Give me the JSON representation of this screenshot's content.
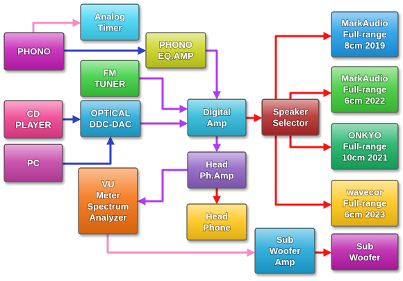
{
  "colors": {
    "pink": "#F58CC9",
    "blue": "#2B3FC9",
    "purple": "#B23AF2",
    "red": "#FF1010"
  },
  "nodes": [
    {
      "id": "phono",
      "lines": [
        "PHONO"
      ],
      "fill": "#C41FB5",
      "text": "#ffffff"
    },
    {
      "id": "analog_timer",
      "lines": [
        "Analog",
        "Timer"
      ],
      "fill": "#3DD3F2",
      "text": "#ffffff"
    },
    {
      "id": "phono_eq_amp",
      "lines": [
        "PHONO",
        "EQ.AMP"
      ],
      "fill": "#C9D21E",
      "text": "#ffffff"
    },
    {
      "id": "fm_tuner",
      "lines": [
        "FM",
        "TUNER"
      ],
      "fill": "#37CE3C",
      "text": "#ffffff"
    },
    {
      "id": "cd_player",
      "lines": [
        "CD",
        "PLAYER"
      ],
      "fill": "#EE3D8E",
      "text": "#ffffff"
    },
    {
      "id": "optical_ddc_dac",
      "lines": [
        "OPTICAL",
        "DDC-DAC"
      ],
      "fill": "#1FA6D9",
      "text": "#ffffff"
    },
    {
      "id": "pc",
      "lines": [
        "PC"
      ],
      "fill": "#C540A6",
      "text": "#ffffff"
    },
    {
      "id": "digital_amp",
      "lines": [
        "Digital",
        "Amp"
      ],
      "fill": "#2AB6D8",
      "text": "#ffffff"
    },
    {
      "id": "speaker_selector",
      "lines": [
        "Speaker",
        "Selector"
      ],
      "fill": "#B42A2A",
      "text": "#ffffff"
    },
    {
      "id": "head_ph_amp",
      "lines": [
        "Head",
        "Ph.Amp"
      ],
      "fill": "#8B61C2",
      "text": "#ffffff"
    },
    {
      "id": "vu_meter",
      "lines": [
        "VU",
        "Meter",
        "Spectrum",
        "Analyzer"
      ],
      "fill": "#F4700F",
      "text": "#ffffff"
    },
    {
      "id": "head_phone",
      "lines": [
        "Head",
        "Phone"
      ],
      "fill": "#FFC612",
      "text": "#ffffff"
    },
    {
      "id": "markaudio_8cm",
      "lines": [
        "MarkAudio",
        "Full-range",
        "8cm 2019"
      ],
      "fill": "#1E9BE8",
      "text": "#ffffff"
    },
    {
      "id": "markaudio_6cm",
      "lines": [
        "MarkAudio",
        "Full-range",
        "6cm 2022"
      ],
      "fill": "#3CCB37",
      "text": "#ffffff"
    },
    {
      "id": "onkyo_10cm",
      "lines": [
        "ONKYO",
        "Full-range",
        "10cm 2021"
      ],
      "fill": "#14B063",
      "text": "#ffffff"
    },
    {
      "id": "wavecor_6cm",
      "lines": [
        "wavecor",
        "Full-range",
        "6cm 2023"
      ],
      "fill": "#FFC612",
      "text": "#ffffff"
    },
    {
      "id": "sub_woofer_amp",
      "lines": [
        "Sub",
        "Woofer",
        "Amp"
      ],
      "fill": "#1FA6D9",
      "text": "#ffffff"
    },
    {
      "id": "sub_woofer",
      "lines": [
        "Sub",
        "Woofer"
      ],
      "fill": "#B91BAA",
      "text": "#ffffff"
    }
  ],
  "edges": [
    {
      "from": "phono",
      "to": "analog_timer",
      "color": "pink"
    },
    {
      "from": "phono",
      "to": "phono_eq_amp",
      "color": "blue"
    },
    {
      "from": "phono_eq_amp",
      "to": "digital_amp",
      "color": "purple"
    },
    {
      "from": "fm_tuner",
      "to": "digital_amp",
      "color": "purple"
    },
    {
      "from": "cd_player",
      "to": "optical_ddc_dac",
      "color": "blue"
    },
    {
      "from": "pc",
      "to": "optical_ddc_dac",
      "color": "blue"
    },
    {
      "from": "optical_ddc_dac",
      "to": "digital_amp",
      "color": "purple"
    },
    {
      "from": "digital_amp",
      "to": "speaker_selector",
      "color": "red"
    },
    {
      "from": "digital_amp",
      "to": "head_ph_amp",
      "color": "purple"
    },
    {
      "from": "head_ph_amp",
      "to": "vu_meter",
      "color": "purple"
    },
    {
      "from": "head_ph_amp",
      "to": "head_phone",
      "color": "red"
    },
    {
      "from": "speaker_selector",
      "to": "markaudio_8cm",
      "color": "red"
    },
    {
      "from": "speaker_selector",
      "to": "markaudio_6cm",
      "color": "red"
    },
    {
      "from": "speaker_selector",
      "to": "onkyo_10cm",
      "color": "red"
    },
    {
      "from": "speaker_selector",
      "to": "wavecor_6cm",
      "color": "red"
    },
    {
      "from": "vu_meter",
      "to": "sub_woofer_amp",
      "color": "pink"
    },
    {
      "from": "sub_woofer_amp",
      "to": "sub_woofer",
      "color": "red"
    }
  ]
}
